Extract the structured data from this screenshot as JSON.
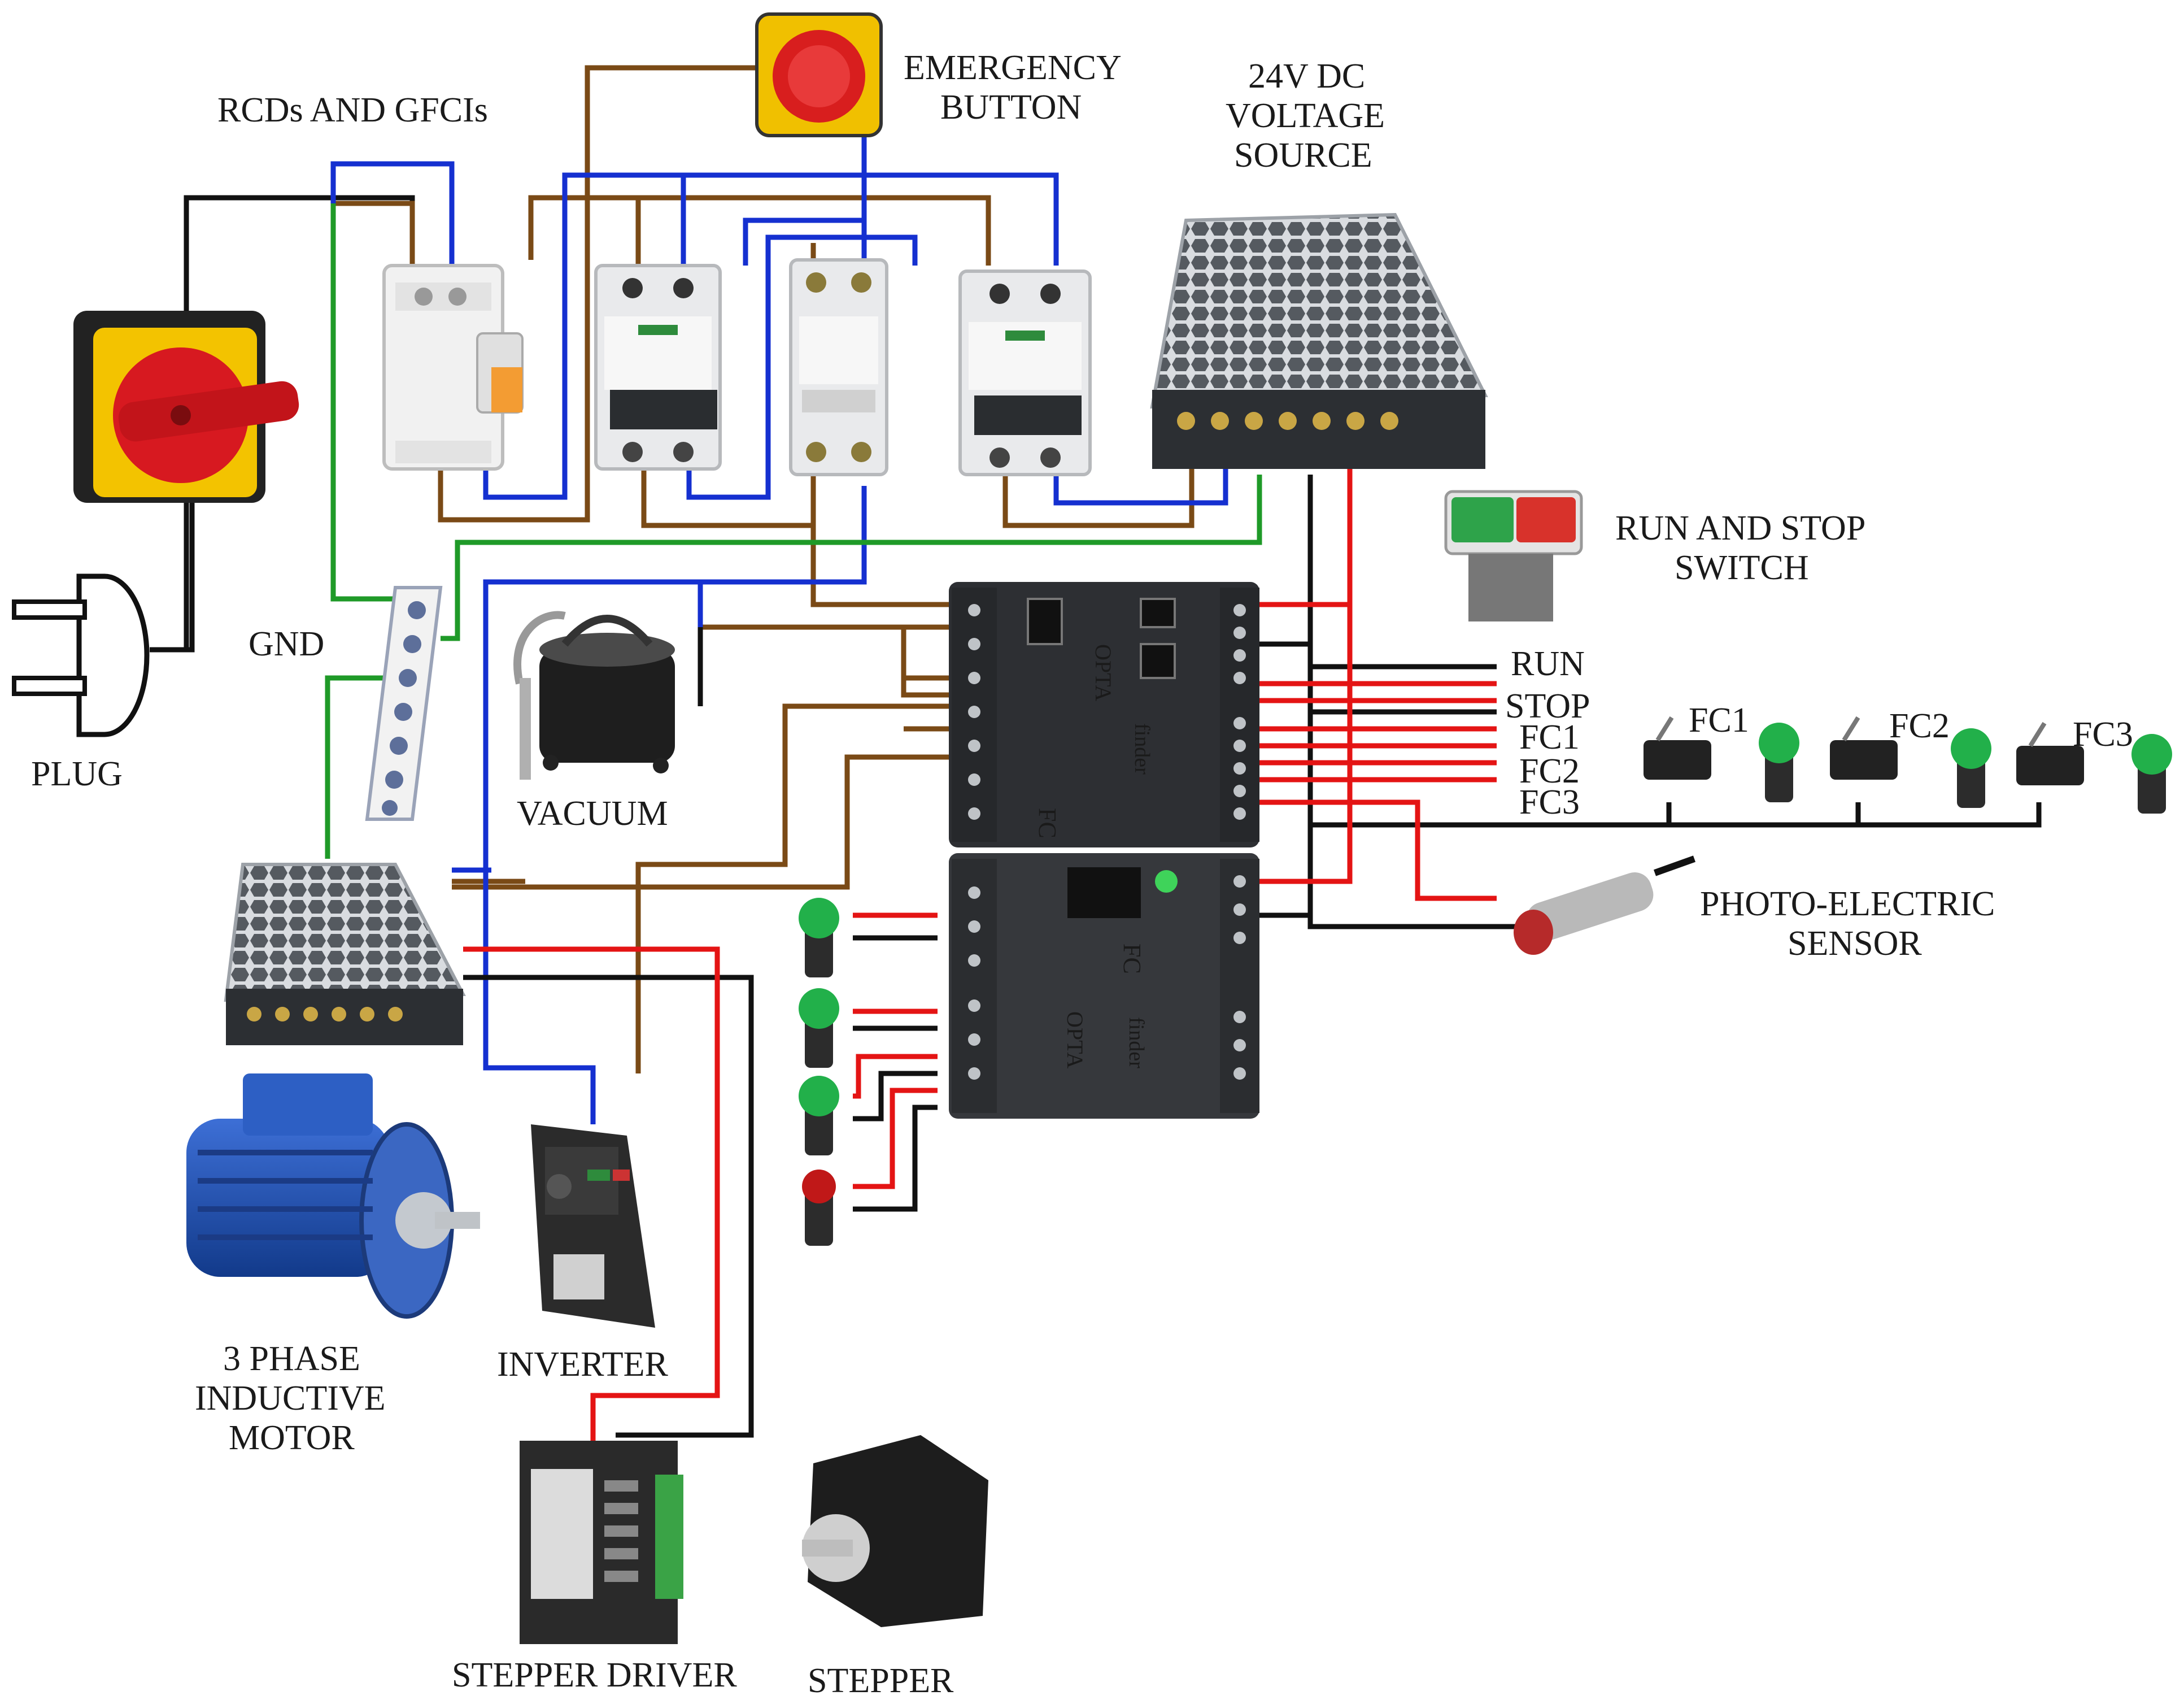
{
  "labels": {
    "rcds": "RCDs AND GFCIs",
    "emergency_line1": "EMERGENCY",
    "emergency_line2": "BUTTON",
    "source_line1": "24V DC",
    "source_line2": "VOLTAGE",
    "source_line3": "SOURCE",
    "runstop_line1": "RUN AND STOP",
    "runstop_line2": "SWITCH",
    "gnd": "GND",
    "plug": "PLUG",
    "vacuum": "VACUUM",
    "run": "RUN",
    "stop": "STOP",
    "fc1": "FC1",
    "fc2": "FC2",
    "fc3": "FC3",
    "fc1_switch": "FC1",
    "fc2_switch": "FC2",
    "fc3_switch": "FC3",
    "photo_line1": "PHOTO-ELECTRIC",
    "photo_line2": "SENSOR",
    "motor_line1": "3 PHASE",
    "motor_line2": "INDUCTIVE",
    "motor_line3": "MOTOR",
    "inverter": "INVERTER",
    "stepper_driver": "STEPPER DRIVER",
    "stepper": "STEPPER"
  },
  "plc_text": {
    "brand": "finder",
    "model": "OPTA",
    "fc_mark": "FC"
  },
  "colors": {
    "phase_wire": "#7a4a16",
    "neutral_wire": "#1530d0",
    "ground_wire": "#1f9a28",
    "dc_positive": "#e41414",
    "dc_negative": "#111111"
  },
  "icons": [
    "rotary-switch-icon",
    "plug-icon",
    "emergency-button-icon",
    "rcd-icon",
    "breaker-icon",
    "power-supply-icon",
    "ground-bar-icon",
    "vacuum-icon",
    "plc-icon",
    "pushbutton-icon",
    "limit-switch-icon",
    "pilot-light-icon",
    "photo-sensor-icon",
    "motor-icon",
    "inverter-icon",
    "stepper-driver-icon",
    "stepper-motor-icon"
  ]
}
